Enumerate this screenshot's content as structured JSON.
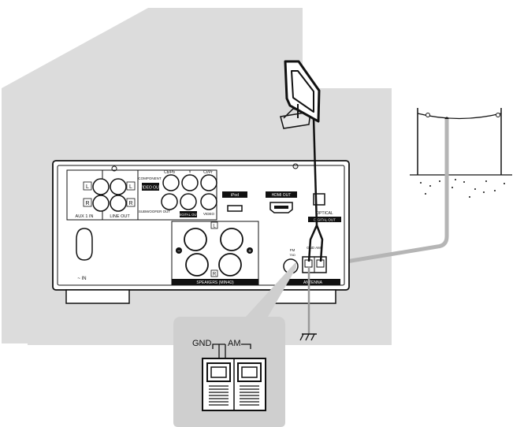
{
  "receiver": {
    "aux_in_label": "AUX 1 IN",
    "line_out_label": "LINE OUT",
    "component_label": "COMPONENT",
    "video_out_label": "VIDEO OUT",
    "cbpb_label": "Cb/Pb",
    "y_label": "Y",
    "crpr_label": "Cr/Pr",
    "subwoofer_label": "SUBWOOFER OUT",
    "digital_out_small_label": "DIGITAL OUT",
    "video_label": "VIDEO",
    "ipod_label": "iPod",
    "hdmi_out_label": "HDMI OUT",
    "optical_label": "OPTICAL",
    "digital_out_label": "DIGITAL OUT",
    "speakers_label": "SPEAKERS (MIN4Ω)",
    "fm_label": "FM",
    "trg_label": "75Ω",
    "gnd_am_label": "GND AM",
    "antenna_label": "ANTENNA",
    "ac_in_label": "~ IN",
    "left_tag": "L",
    "right_tag": "R",
    "minus_sign": "−",
    "plus_sign": "+"
  },
  "callout": {
    "gnd_label": "GND",
    "am_label": "AM"
  },
  "colors": {
    "house": "#dcdcdc",
    "callout": "#cfcfcf",
    "outdoor_wire": "#b5b5b5",
    "line": "#111111"
  }
}
